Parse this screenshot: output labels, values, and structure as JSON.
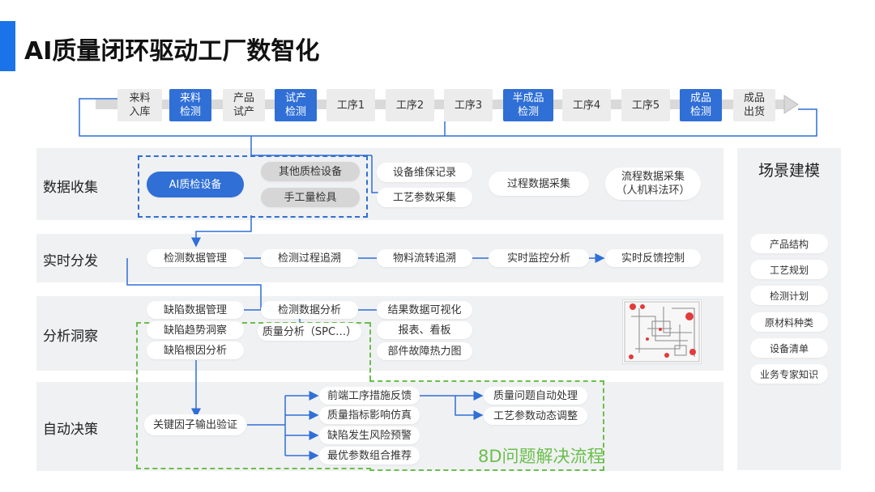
{
  "title": "AI质量闭环驱动工厂数智化",
  "process_steps": [
    {
      "label": "来料\n入库",
      "highlight": false
    },
    {
      "label": "来料\n检测",
      "highlight": true
    },
    {
      "label": "产品\n试产",
      "highlight": false
    },
    {
      "label": "试产\n检测",
      "highlight": true
    },
    {
      "label": "工序1",
      "highlight": false
    },
    {
      "label": "工序2",
      "highlight": false
    },
    {
      "label": "工序3",
      "highlight": false
    },
    {
      "label": "半成品\n检测",
      "highlight": true
    },
    {
      "label": "工序4",
      "highlight": false
    },
    {
      "label": "工序5",
      "highlight": false
    },
    {
      "label": "成品\n检测",
      "highlight": true
    },
    {
      "label": "成品\n出货",
      "highlight": false
    }
  ],
  "bands": {
    "data_collection": {
      "label": "数据收集",
      "ai_device": "AI质检设备",
      "other_device": "其他质检设备",
      "manual_tool": "手工量检具",
      "maintenance": "设备维保记录",
      "process_params": "工艺参数采集",
      "process_data": "过程数据采集",
      "flow_data": "流程数据采集\n（人机料法环）"
    },
    "distribution": {
      "label": "实时分发",
      "items": [
        "检测数据管理",
        "检测过程追溯",
        "物料流转追溯",
        "实时监控分析",
        "实时反馈控制"
      ]
    },
    "insight": {
      "label": "分析洞察",
      "defect_mgmt": "缺陷数据管理",
      "defect_trend": "缺陷趋势洞察",
      "defect_root": "缺陷根因分析",
      "inspection_analysis": "检测数据分析",
      "quality_spc": "质量分析（SPC…）",
      "visualization": "结果数据可视化",
      "reports": "报表、看板",
      "heatmap": "部件故障热力图"
    },
    "decision": {
      "label": "自动决策",
      "key_factor": "关键因子输出验证",
      "branches": [
        "前端工序措施反馈",
        "质量指标影响仿真",
        "缺陷发生风险预警",
        "最优参数组合推荐"
      ],
      "auto_handle": "质量问题自动处理",
      "param_adjust": "工艺参数动态调整"
    }
  },
  "loop_label": "8D问题解决流程",
  "sidebar": {
    "title": "场景建模",
    "items": [
      "产品结构",
      "工艺规划",
      "检测计划",
      "原材料种类",
      "设备清单",
      "业务专家知识"
    ]
  },
  "colors": {
    "accent": "#2f6fd6",
    "green": "#6abf4b",
    "band": "#f0f1f3"
  }
}
